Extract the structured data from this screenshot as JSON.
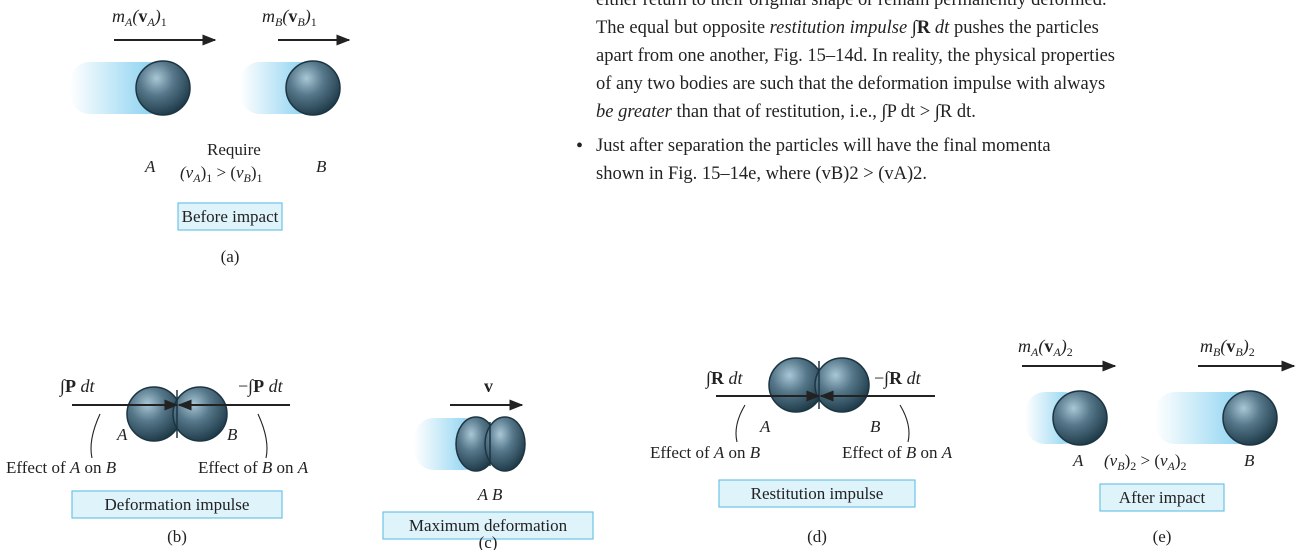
{
  "text": {
    "para_line1": "either return to their original shape or remain permanently deformed.",
    "para_line2a": "The equal but opposite ",
    "para_line2_em": "restitution impulse",
    "para_line2_int": " ∫",
    "para_line2_R": "R",
    "para_line2_dt": " dt",
    "para_line2b": " pushes the particles",
    "para_line3": "apart from one another, Fig. 15–14d. In reality, the physical properties",
    "para_line4": "of any two bodies are such that the deformation impulse with always",
    "para_line5a": "be greater",
    "para_line5b": " than that of restitution, i.e., ∫P dt > ∫R dt.",
    "bullet_line1": "Just after separation the particles will have the final momenta",
    "bullet_line2": "shown in Fig. 15–14e, where (vB)2 > (vA)2."
  },
  "fig_a": {
    "momentum_A": "mA(vA)1",
    "momentum_B": "mB(vB)1",
    "require": "Require",
    "condition": "(vA)1 > (vB)1",
    "label_A": "A",
    "label_B": "B",
    "caption": "Before impact",
    "letter": "(a)"
  },
  "fig_b": {
    "impulse_left": "∫P dt",
    "impulse_right": "−∫P dt",
    "label_A": "A",
    "label_B": "B",
    "effect_left": "Effect of A on B",
    "effect_right": "Effect of B on A",
    "caption": "Deformation impulse",
    "letter": "(b)"
  },
  "fig_c": {
    "velocity": "v",
    "label_AB": "A  B",
    "caption": "Maximum deformation",
    "letter": "(c)"
  },
  "fig_d": {
    "impulse_left": "∫R dt",
    "impulse_right": "−∫R dt",
    "label_A": "A",
    "label_B": "B",
    "effect_left": "Effect of A on B",
    "effect_right": "Effect of B on A",
    "caption": "Restitution impulse",
    "letter": "(d)"
  },
  "fig_e": {
    "momentum_A": "mA(vA)2",
    "momentum_B": "mB(vB)2",
    "condition": "(vB)2 > (vA)2",
    "label_A": "A",
    "label_B": "B",
    "caption": "After impact",
    "letter": "(e)"
  },
  "colors": {
    "sphere_dark": "#2d4f60",
    "sphere_light": "#8fb2c4",
    "trail": "#5bc0eb",
    "caption_bg": "#dff3fb",
    "caption_border": "#6cc3e6"
  }
}
